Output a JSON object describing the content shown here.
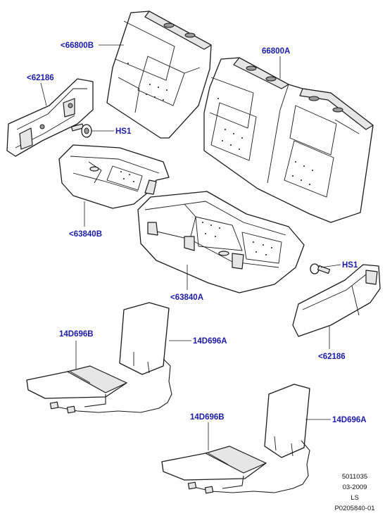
{
  "callouts": {
    "backrest_left": "<66800B",
    "backrest_right": "66800A",
    "side_trim_left": "<62186",
    "side_trim_right": "<62186",
    "bolt_left": "HS1",
    "bolt_right": "HS1",
    "cushion_left": "<63840B",
    "cushion_right": "<63840A",
    "heater_b_upper": "14D696B",
    "heater_a_upper": "14D696A",
    "heater_b_lower": "14D696B",
    "heater_a_lower": "14D696A"
  },
  "footer": {
    "line1": "5011035",
    "line2": "03-2009",
    "line3": "LS",
    "line4": "P0205840-01"
  },
  "colors": {
    "callout_text": "#1a1aa6",
    "line_art": "#1a1a1a",
    "background": "#ffffff"
  }
}
